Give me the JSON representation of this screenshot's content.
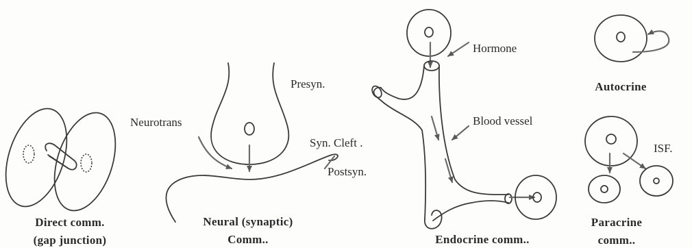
{
  "labels": {
    "presyn": "Presyn.",
    "neurotrans": "Neurotrans",
    "syn_cleft": "Syn. Cleft .",
    "postsyn": "Postsyn.",
    "hormone": "Hormone",
    "blood_vessel": "Blood vessel",
    "isf": "ISF."
  },
  "captions": {
    "direct_line1": "Direct comm.",
    "direct_line2": "(gap junction)",
    "neural_line1": "Neural (synaptic)",
    "neural_line2": "Comm..",
    "endocrine": "Endocrine comm..",
    "autocrine": "Autocrine",
    "paracrine_line1": "Paracrine",
    "paracrine_line2": "comm.."
  },
  "colors": {
    "ink": "#3a3a3a",
    "arrow": "#6b6b6b",
    "background": "#fdfdfb"
  }
}
